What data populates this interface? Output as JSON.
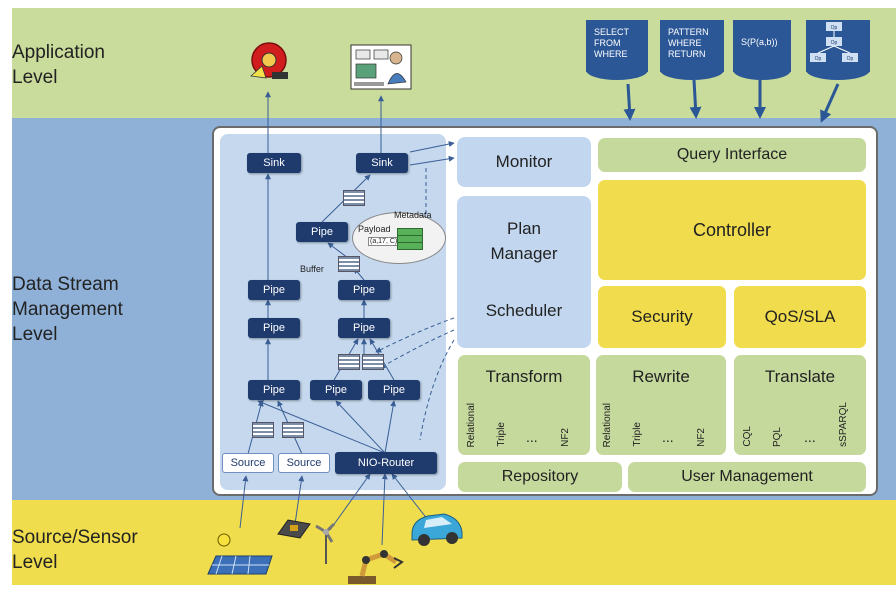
{
  "levels": {
    "application": "Application\nLevel",
    "data_stream": "Data Stream\nManagement\nLevel",
    "source": "Source/Sensor\nLevel"
  },
  "query_docs": [
    {
      "text": "SELECT\nFROM\nWHERE"
    },
    {
      "text": "PATTERN\nWHERE\nRETURN"
    },
    {
      "text": "S(P(a,b))"
    },
    {
      "text": "Op  Op  Op Op"
    }
  ],
  "flow": {
    "sinks": [
      "Sink",
      "Sink"
    ],
    "pipe": "Pipe",
    "sources": [
      "Source",
      "Source"
    ],
    "router": "NIO-Router",
    "payload": "Payload",
    "metadata": "Metadata",
    "tuple": "(a,17, C)",
    "buffer": "Buffer"
  },
  "components": {
    "monitor": "Monitor",
    "plan_manager": "Plan\nManager",
    "scheduler": "Scheduler",
    "query_interface": "Query Interface",
    "controller": "Controller",
    "security": "Security",
    "qos": "QoS/SLA",
    "repository": "Repository",
    "user_management": "User Management"
  },
  "transform": {
    "title": "Transform",
    "items": [
      "Relational",
      "Triple",
      "...",
      "NF2"
    ]
  },
  "rewrite": {
    "title": "Rewrite",
    "items": [
      "Relational",
      "Triple",
      "...",
      "NF2"
    ]
  },
  "translate": {
    "title": "Translate",
    "items": [
      "CQL",
      "PQL",
      "...",
      "sSPARQL"
    ]
  },
  "colors": {
    "application_band": "#c9dc9c",
    "dsm_band": "#8fb1d8",
    "source_band": "#f0dd4e",
    "node": "#1f3b6e",
    "green_box": "#c5d99d",
    "yellow_box": "#f0dc4c",
    "blue_box": "#c2d7ef"
  },
  "icons": [
    "alarm-icon",
    "control-room-icon",
    "solar-panel-icon",
    "sensor-chip-icon",
    "wind-turbine-icon",
    "robot-arm-icon",
    "car-icon"
  ]
}
